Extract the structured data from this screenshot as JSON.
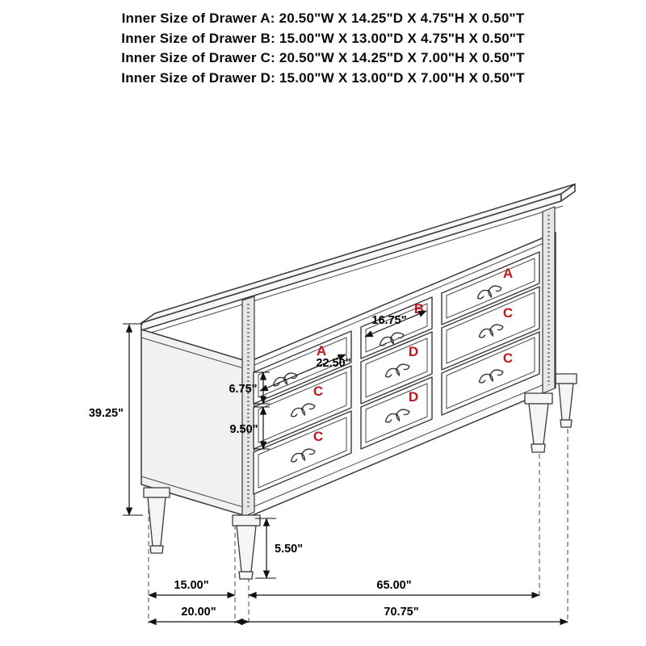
{
  "header": {
    "lines": [
      "Inner Size of Drawer A: 20.50\"W X 14.25\"D X 4.75\"H X 0.50\"T",
      "Inner Size of Drawer B: 15.00\"W X 13.00\"D X 4.75\"H X 0.50\"T",
      "Inner Size of Drawer C: 20.50\"W X 14.25\"D X 7.00\"H X 0.50\"T",
      "Inner Size of Drawer D: 15.00\"W X 13.00\"D X 7.00\"H X 0.50\"T"
    ]
  },
  "diagram": {
    "drawers": {
      "c1r1": "A",
      "c1r2": "C",
      "c1r3": "C",
      "c2r1": "B",
      "c2r2": "D",
      "c2r3": "D",
      "c3r1": "A",
      "c3r2": "C",
      "c3r3": "C"
    },
    "dims": {
      "total_height": "39.25\"",
      "drawer_a_outer_width": "22.50\"",
      "drawer_b_outer_width": "16.75\"",
      "top_drawer_outer_height": "6.75\"",
      "lower_drawer_outer_height": "9.50\"",
      "leg_height": "5.50\"",
      "side_depth": "15.00\"",
      "front_width": "65.00\"",
      "total_depth": "20.00\"",
      "total_width": "70.75\""
    },
    "colors": {
      "label_red": "#c0181c",
      "line": "#3a3a3a"
    }
  }
}
